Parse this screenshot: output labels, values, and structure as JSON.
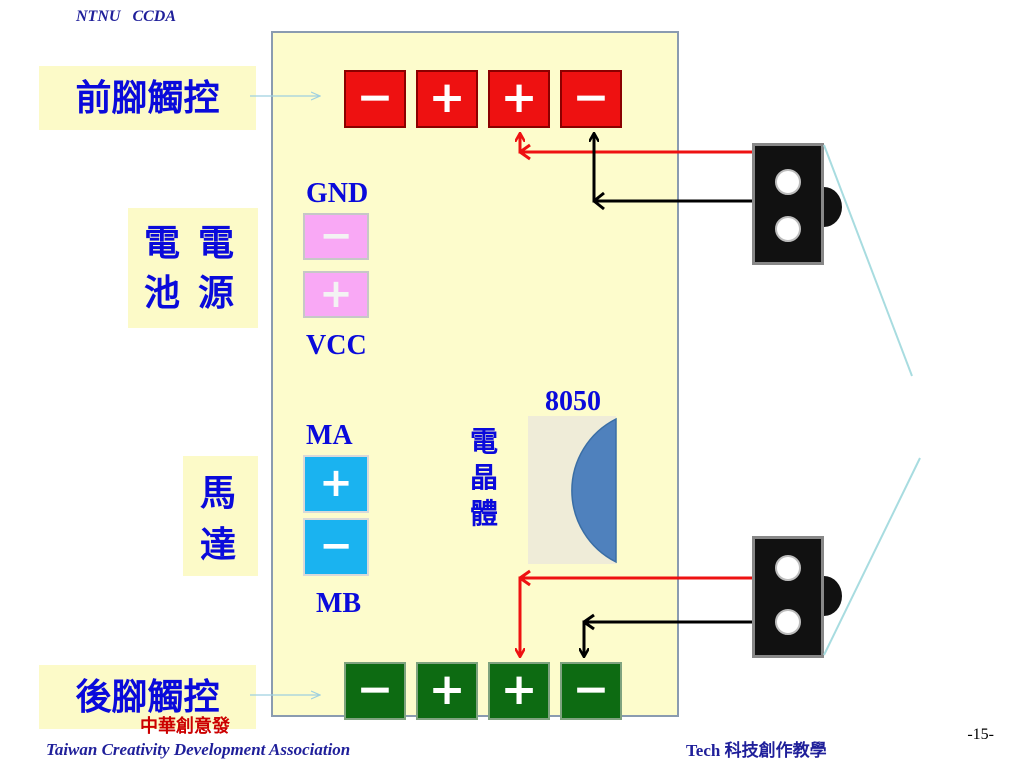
{
  "header": {
    "text": "NTNU   CCDA"
  },
  "labels": {
    "front_touch": "前腳觸控",
    "rear_touch": "後腳觸控",
    "battery_col1": [
      "電",
      "池"
    ],
    "battery_col2": [
      "電",
      "源"
    ],
    "motor": [
      "馬",
      "達"
    ],
    "transistor": [
      "電",
      "晶",
      "體"
    ]
  },
  "signals": {
    "gnd": "GND",
    "vcc": "VCC",
    "ma": "MA",
    "mb": "MB",
    "transistor_model": "8050"
  },
  "front_terminals": [
    "−",
    "+",
    "+",
    "−"
  ],
  "rear_terminals": [
    "−",
    "+",
    "+",
    "−"
  ],
  "battery_terminals": [
    "−",
    "+"
  ],
  "motor_terminals": [
    "+",
    "−"
  ],
  "footer": {
    "obscured": "中華創意發",
    "association": "Taiwan Creativity Development  Association",
    "tech": "Tech 科技創作教學",
    "page": "-15-"
  },
  "colors": {
    "board": "#fdfccc",
    "label_text": "#0a0adb",
    "front_terminal": "#ee1111",
    "rear_terminal": "#0d6b12",
    "battery_terminal": "#f9a8f5",
    "motor_terminal": "#1ab3f0",
    "wire_red": "#ee1111",
    "wire_black": "#000000"
  }
}
